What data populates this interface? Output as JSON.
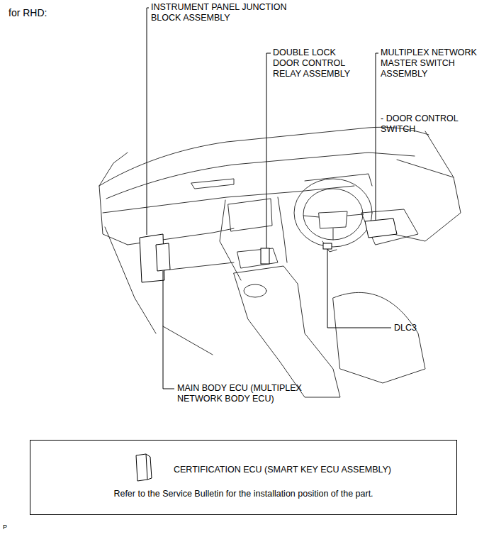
{
  "diagram": {
    "title": "for RHD:",
    "nodes": [
      {
        "text": [
          "CERTIFICATION ECU (SMART KEY ECU ASSEMBLY)",
          "Refer to the Service Bulletin for the installation position of the part."
        ]
      }
    ],
    "labels": [
      "INSTRUMENT PANEL JUNCTION BLOCK ASSEMBLY",
      "DOUBLE LOCK DOOR CONTROL RELAY ASSEMBLY",
      "MULTIPLEX NETWORK MASTER SWITCH ASSEMBLY",
      "- DOOR CONTROL SWITCH",
      "DLC3",
      "MAIN BODY ECU (MULTIPLEX NETWORK BODY ECU)",
      "P"
    ]
  }
}
